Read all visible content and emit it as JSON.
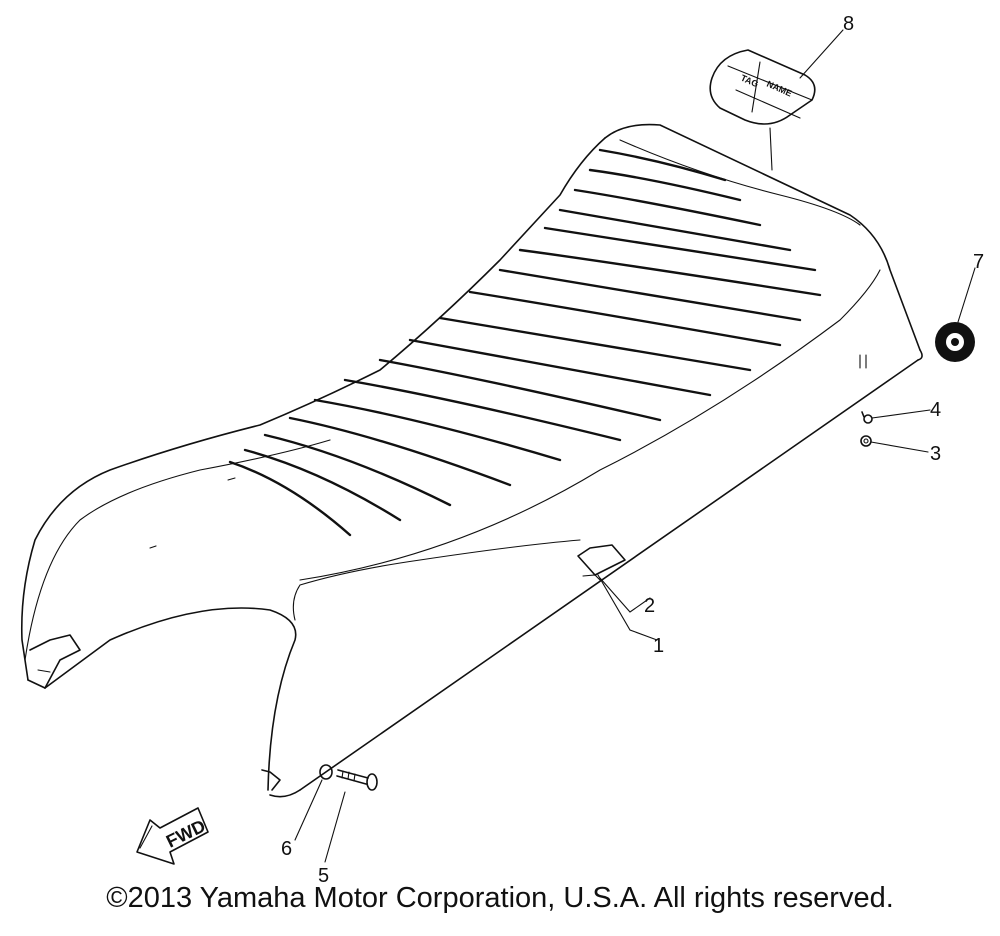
{
  "callouts": {
    "c1": "1",
    "c2": "2",
    "c3": "3",
    "c4": "4",
    "c5": "5",
    "c6": "6",
    "c7": "7",
    "c8": "8"
  },
  "fwd_label": "FWD",
  "tag_label_a": "TAG",
  "tag_label_b": "NAME",
  "copyright": "©2013 Yamaha Motor Corporation, U.S.A. All rights reserved.",
  "colors": {
    "ink": "#111111",
    "background": "#ffffff"
  }
}
